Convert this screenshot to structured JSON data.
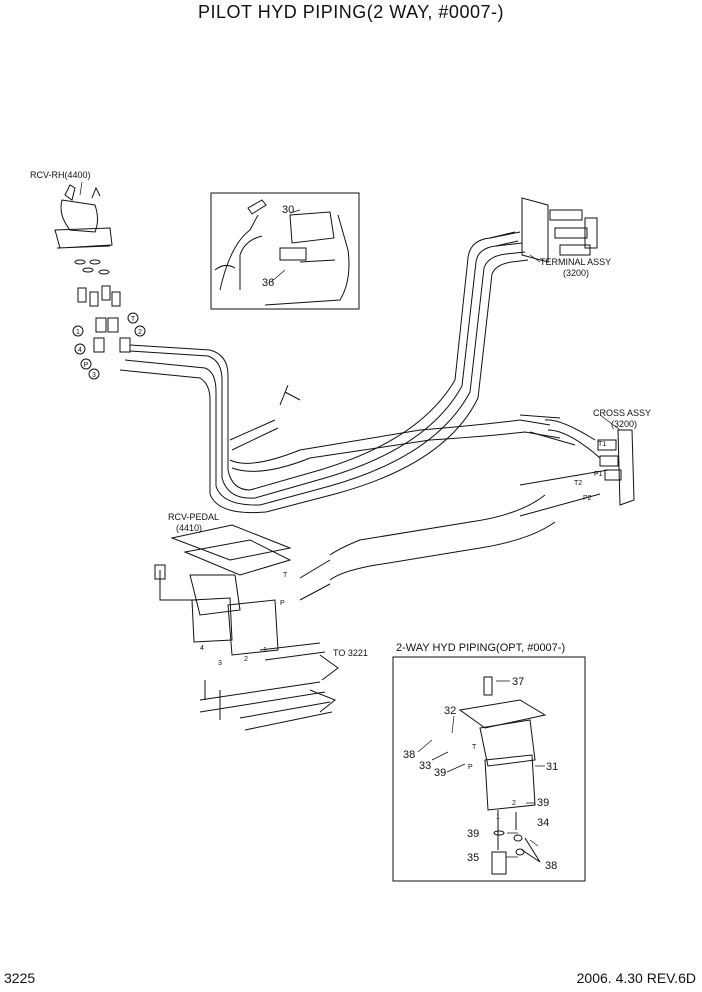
{
  "title": "PILOT HYD PIPING(2 WAY, #0007-)",
  "labels": {
    "rcv_rh": "RCV-RH(4400)",
    "terminal": "TERMINAL ASSY",
    "terminal_no": "(3200)",
    "cross": "CROSS ASSY",
    "cross_no": "(3200)",
    "rcv_pedal": "RCV-PEDAL",
    "rcv_pedal_no": "(4410)",
    "to_3221": "TO 3221",
    "opt_box_title": "2-WAY HYD PIPING(OPT, #0007-)"
  },
  "callouts": {
    "c30": "30",
    "c36": "36",
    "c37": "37",
    "c32": "32",
    "c38a": "38",
    "c33": "33",
    "c39a": "39",
    "c31": "31",
    "c39b": "39",
    "c34": "34",
    "c39c": "39",
    "c35": "35",
    "c38b": "38"
  },
  "circled": [
    "1",
    "2",
    "4",
    "T",
    "P",
    "3"
  ],
  "port_marks": {
    "t1": "T1",
    "p1": "P1",
    "t2": "T2",
    "p2": "P2",
    "t": "T",
    "p": "P",
    "n4": "4",
    "n3": "3",
    "n2": "2",
    "n1": "1",
    "opt_t": "T",
    "opt_p": "P",
    "opt_2": "2",
    "opt_1": "1"
  },
  "footer": {
    "page": "3225",
    "revision": "2006. 4.30 REV.6D"
  }
}
